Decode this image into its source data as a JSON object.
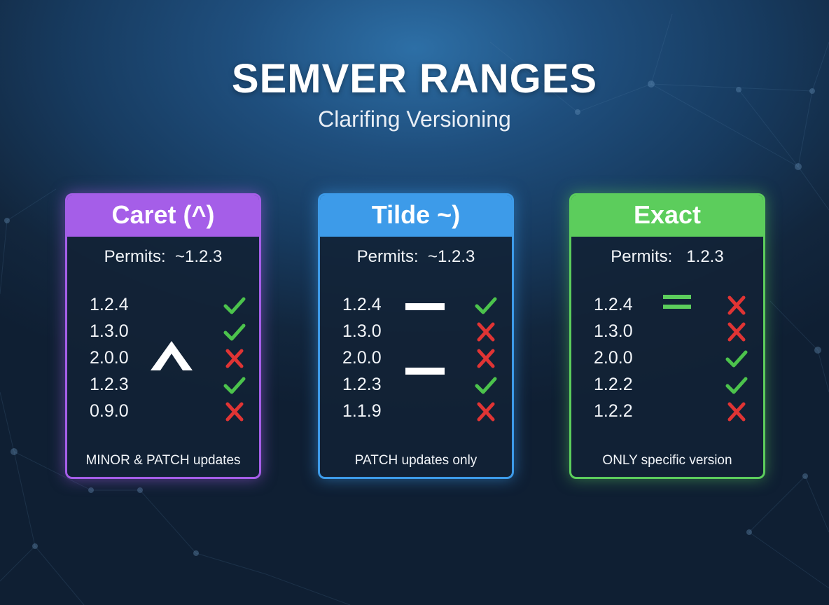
{
  "header": {
    "title": "SEMVER RANGES",
    "subtitle": "Clarifing Versioning"
  },
  "colors": {
    "caret": "#a55ee8",
    "tilde": "#3d9be9",
    "exact": "#5ccd5c",
    "check": "#4cc34c",
    "cross": "#e03434"
  },
  "cards": [
    {
      "title": "Caret (^)",
      "permits": "Permits:  ~1.2.3",
      "symbol": "caret-icon",
      "footer": "MINOR & PATCH updates",
      "rows": [
        {
          "version": "1.2.4",
          "allowed": true
        },
        {
          "version": "1.3.0",
          "allowed": true
        },
        {
          "version": "2.0.0",
          "allowed": false
        },
        {
          "version": "1.2.3",
          "allowed": true
        },
        {
          "version": "0.9.0",
          "allowed": false
        }
      ]
    },
    {
      "title": "Tilde ~)",
      "permits": "Permits:  ~1.2.3",
      "symbol": "tilde-dash-icon",
      "footer": "PATCH updates only",
      "rows": [
        {
          "version": "1.2.4",
          "allowed": true
        },
        {
          "version": "1.3.0",
          "allowed": false
        },
        {
          "version": "2.0.0",
          "allowed": false
        },
        {
          "version": "1.2.3",
          "allowed": true
        },
        {
          "version": "1.1.9",
          "allowed": false
        }
      ]
    },
    {
      "title": "Exact",
      "permits": "Permits:   1.2.3",
      "symbol": "equals-icon",
      "footer": "ONLY specific version",
      "rows": [
        {
          "version": "1.2.4",
          "allowed": false
        },
        {
          "version": "1.3.0",
          "allowed": false
        },
        {
          "version": "2.0.0",
          "allowed": true
        },
        {
          "version": "1.2.2",
          "allowed": true
        },
        {
          "version": "1.2.2",
          "allowed": false
        }
      ]
    }
  ]
}
